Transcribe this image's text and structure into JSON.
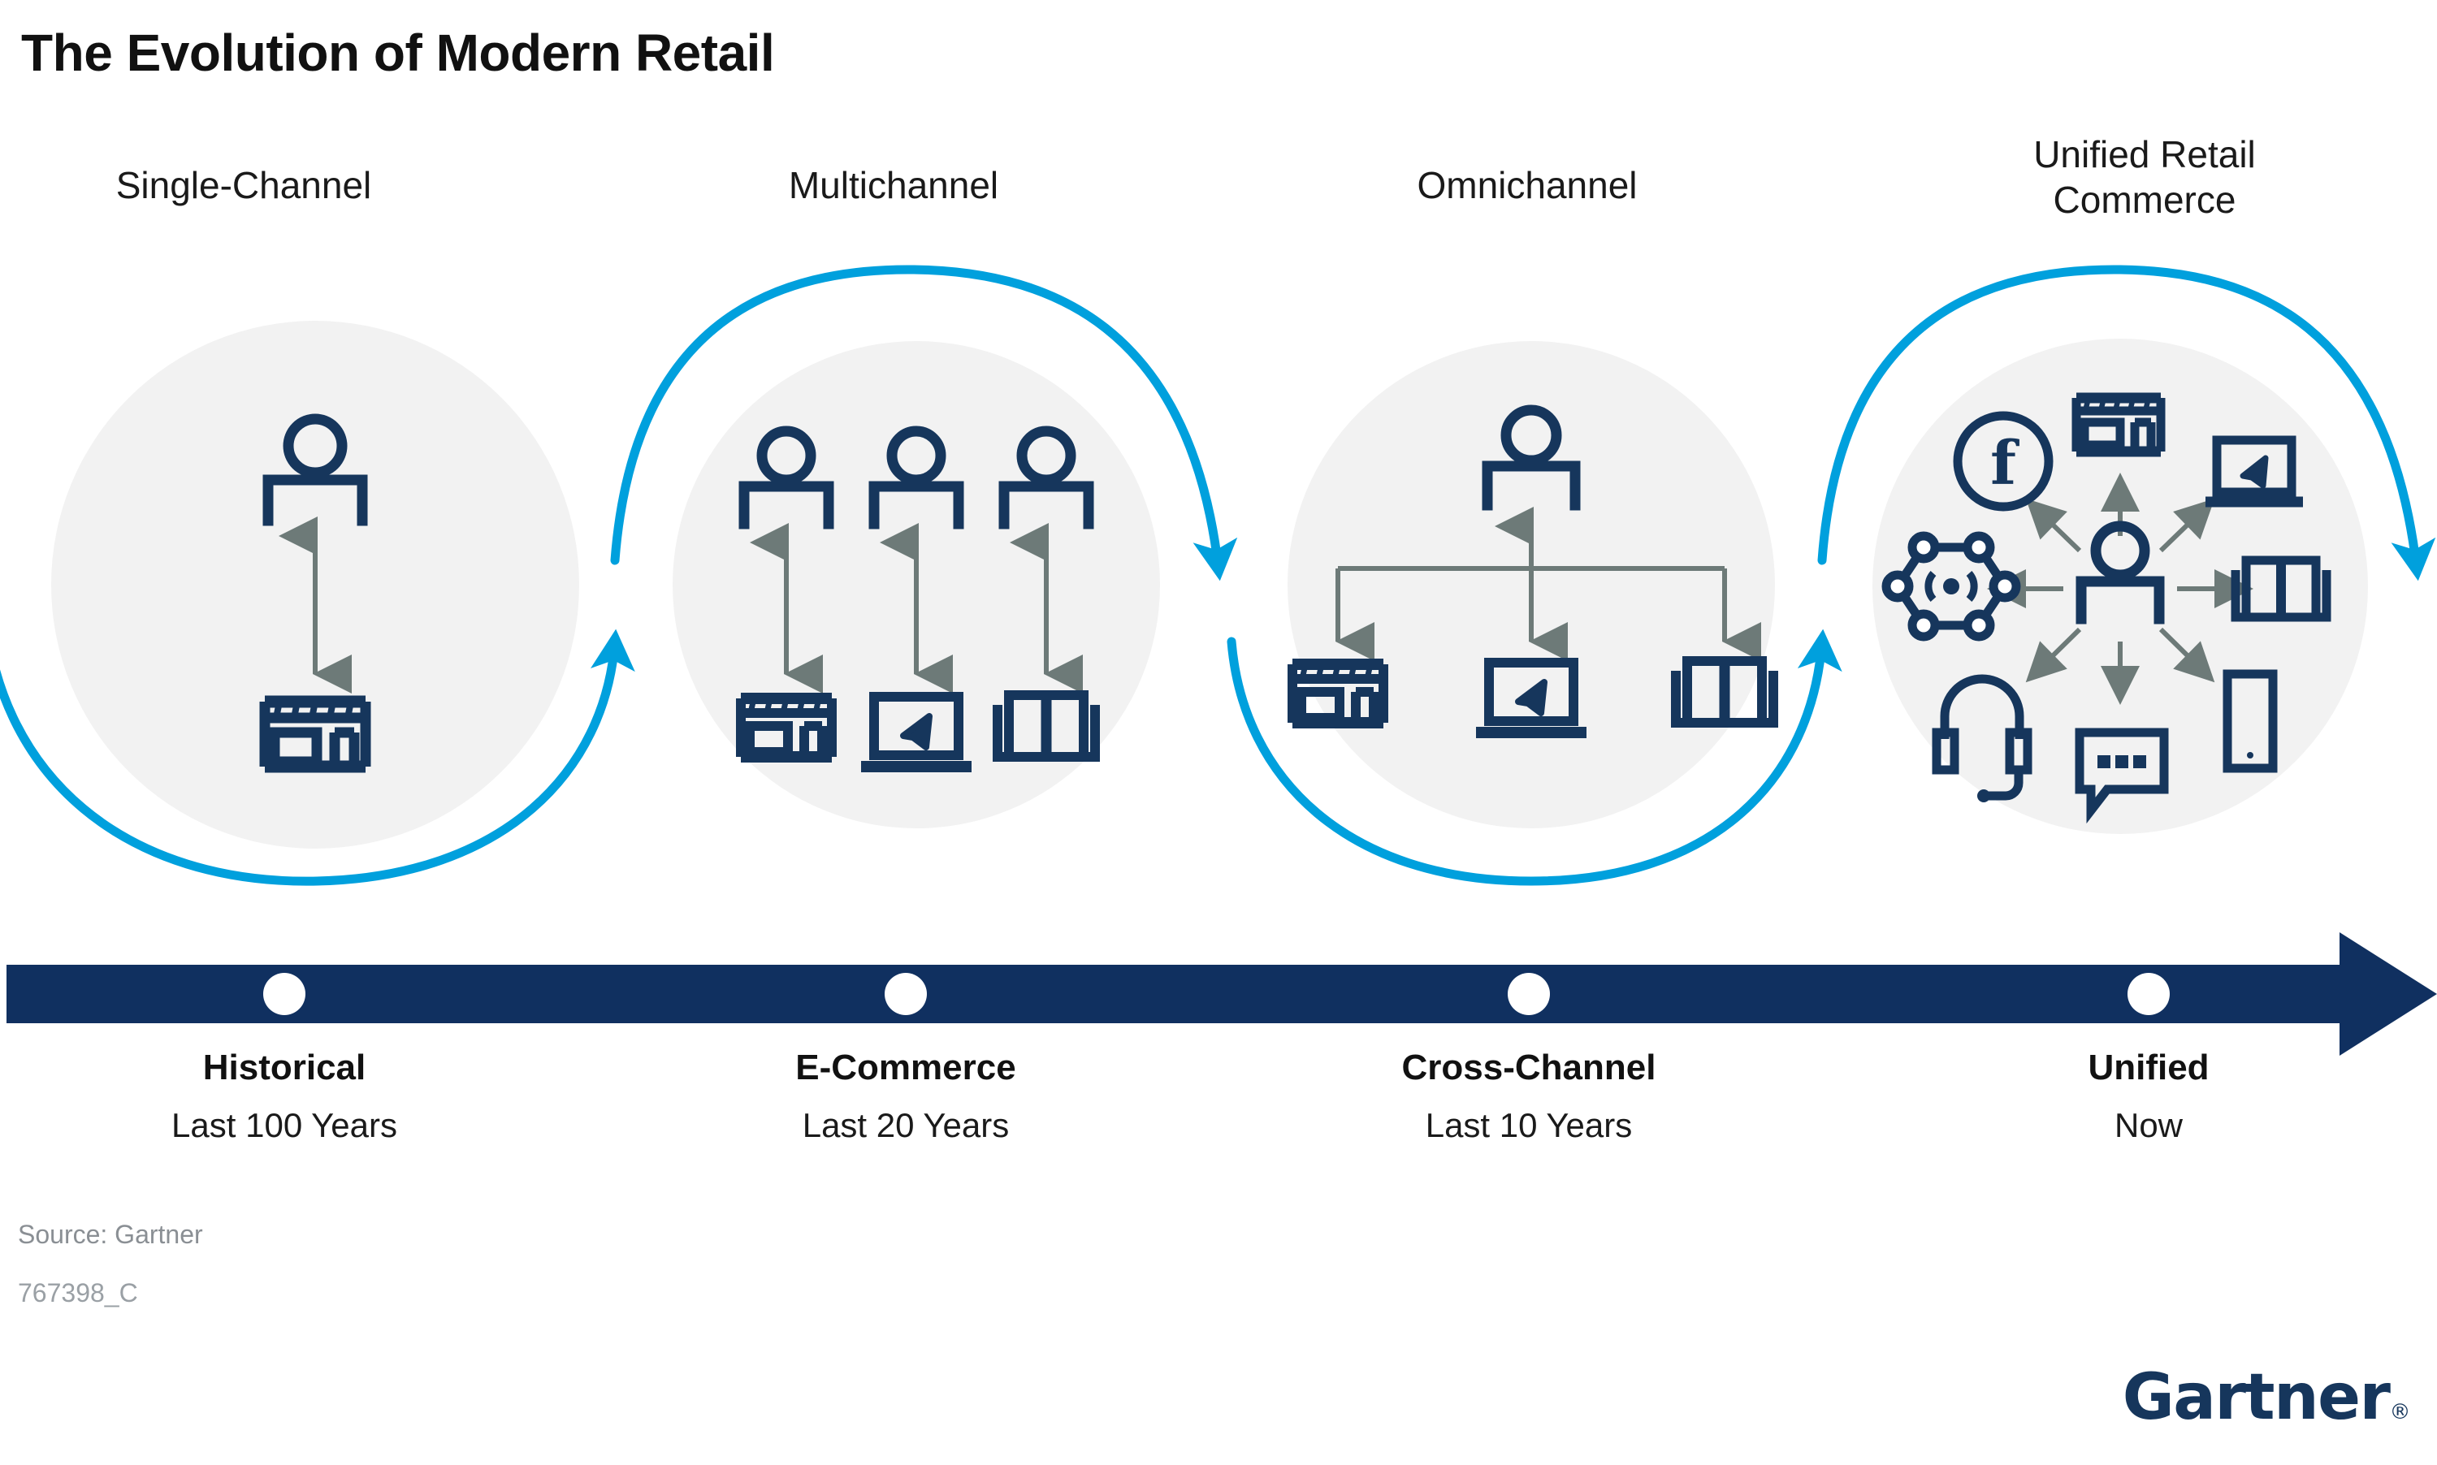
{
  "title": "The Evolution of Modern Retail",
  "colors": {
    "navy": "#16365c",
    "timeline_navy": "#103060",
    "accent_blue": "#00a0dd",
    "arrow_gray": "#6d7a78",
    "circle_fill": "#f2f2f2",
    "source_gray": "#8a8f94"
  },
  "stages": [
    {
      "id": "single-channel",
      "label": "Single-Channel",
      "channels": [
        "store"
      ],
      "customers": 1,
      "pattern": "one-to-one"
    },
    {
      "id": "multichannel",
      "label": "Multichannel",
      "channels": [
        "store",
        "laptop",
        "catalog"
      ],
      "customers": 3,
      "pattern": "parallel-silos"
    },
    {
      "id": "omnichannel",
      "label": "Omnichannel",
      "channels": [
        "store",
        "laptop",
        "catalog"
      ],
      "customers": 1,
      "pattern": "hub-and-spoke"
    },
    {
      "id": "unified-retail-commerce",
      "label": "Unified Retail\nCommerce",
      "label_line1": "Unified Retail",
      "label_line2": "Commerce",
      "channels": [
        "store",
        "laptop",
        "catalog",
        "mobile",
        "chat",
        "headset",
        "iot",
        "facebook"
      ],
      "customers": 1,
      "pattern": "radial-all-channels"
    }
  ],
  "timeline": {
    "direction": "right",
    "milestones": [
      {
        "title": "Historical",
        "subtitle": "Last 100 Years"
      },
      {
        "title": "E-Commerce",
        "subtitle": "Last 20 Years"
      },
      {
        "title": "Cross-Channel",
        "subtitle": "Last 10 Years"
      },
      {
        "title": "Unified",
        "subtitle": "Now"
      }
    ]
  },
  "footer": {
    "source": "Source: Gartner",
    "code": "767398_C",
    "logo": "Gartner",
    "logo_mark": "®"
  },
  "icon_names": {
    "store": "store-icon",
    "laptop": "laptop-icon",
    "catalog": "catalog-book-icon",
    "mobile": "mobile-phone-icon",
    "chat": "chat-bubble-icon",
    "headset": "headset-icon",
    "iot": "iot-network-icon",
    "facebook": "facebook-icon",
    "person": "person-icon"
  }
}
